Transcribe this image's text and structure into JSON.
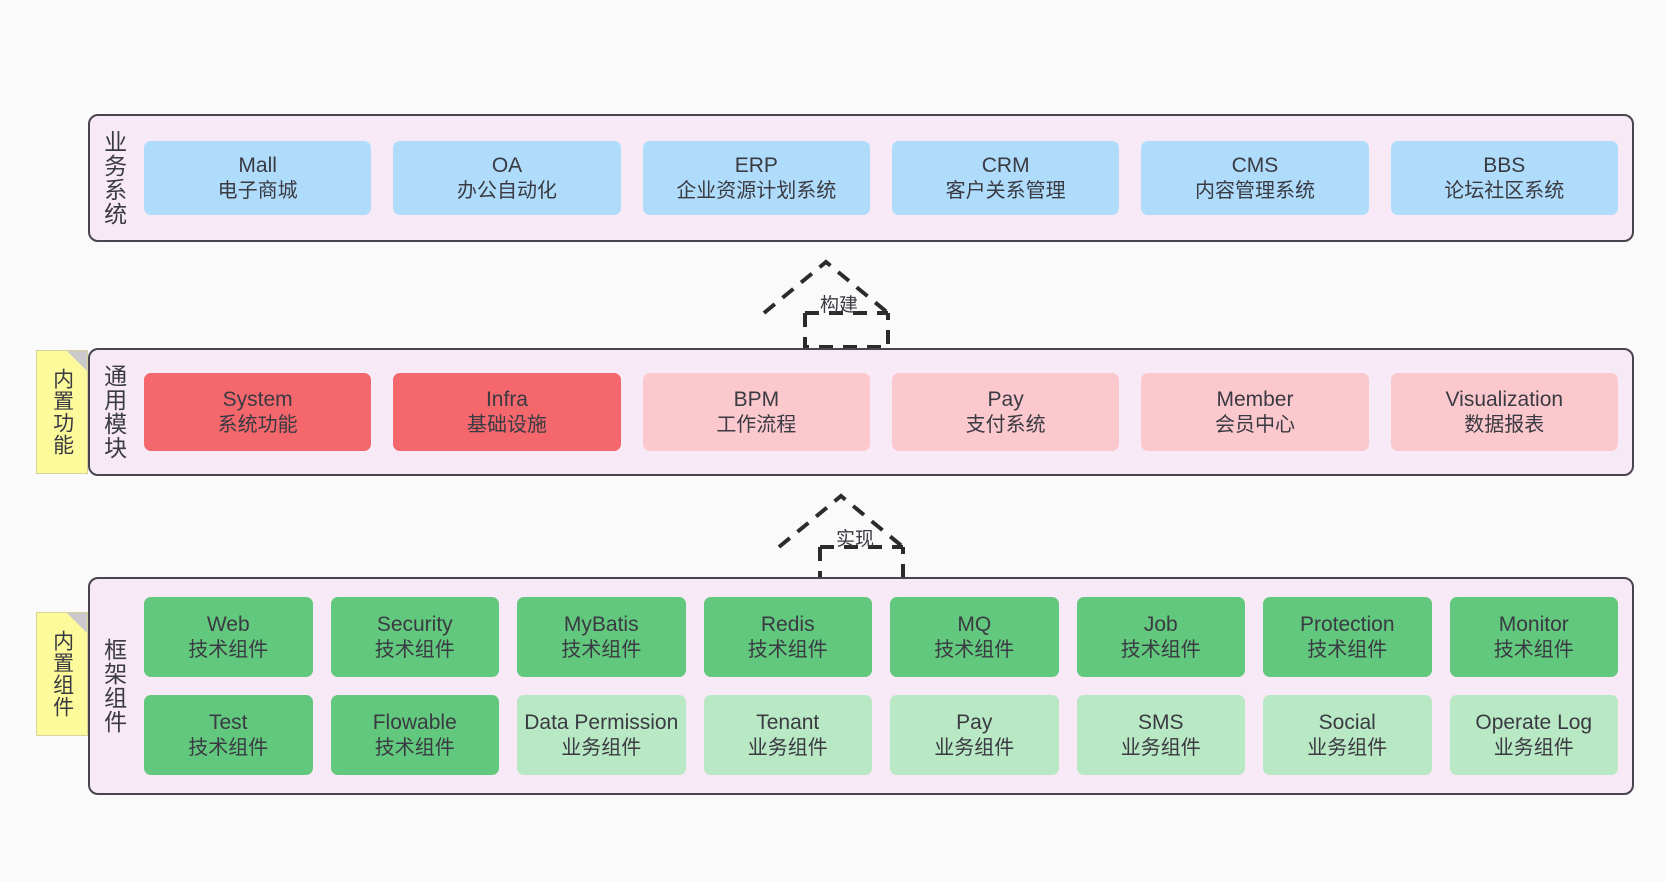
{
  "diagram": {
    "background_color": "#fafafa",
    "container_color": "#f7e9f5",
    "border_color": "#4a4450"
  },
  "layers": [
    {
      "id": "business",
      "title": "业务系统",
      "card_color": "#afdcfb",
      "rows": [
        [
          {
            "title": "Mall",
            "sub": "电子商城"
          },
          {
            "title": "OA",
            "sub": "办公自动化"
          },
          {
            "title": "ERP",
            "sub": "企业资源计划系统"
          },
          {
            "title": "CRM",
            "sub": "客户关系管理"
          },
          {
            "title": "CMS",
            "sub": "内容管理系统"
          },
          {
            "title": "BBS",
            "sub": "论坛社区系统"
          }
        ]
      ]
    },
    {
      "id": "common",
      "title": "通用模块",
      "note": "内置功能",
      "card_color_primary": "#f4676d",
      "card_color_secondary": "#fbc8ce",
      "rows": [
        [
          {
            "title": "System",
            "sub": "系统功能"
          },
          {
            "title": "Infra",
            "sub": "基础设施"
          },
          {
            "title": "BPM",
            "sub": "工作流程"
          },
          {
            "title": "Pay",
            "sub": "支付系统"
          },
          {
            "title": "Member",
            "sub": "会员中心"
          },
          {
            "title": "Visualization",
            "sub": "数据报表"
          }
        ]
      ]
    },
    {
      "id": "framework",
      "title": "框架组件",
      "note": "内置组件",
      "card_color_primary": "#62c87e",
      "card_color_secondary": "#b9e8c4",
      "rows": [
        [
          {
            "title": "Web",
            "sub": "技术组件"
          },
          {
            "title": "Security",
            "sub": "技术组件"
          },
          {
            "title": "MyBatis",
            "sub": "技术组件"
          },
          {
            "title": "Redis",
            "sub": "技术组件"
          },
          {
            "title": "MQ",
            "sub": "技术组件"
          },
          {
            "title": "Job",
            "sub": "技术组件"
          },
          {
            "title": "Protection",
            "sub": "技术组件"
          },
          {
            "title": "Monitor",
            "sub": "技术组件"
          }
        ],
        [
          {
            "title": "Test",
            "sub": "技术组件"
          },
          {
            "title": "Flowable",
            "sub": "技术组件"
          },
          {
            "title": "Data Permission",
            "sub": "业务组件"
          },
          {
            "title": "Tenant",
            "sub": "业务组件"
          },
          {
            "title": "Pay",
            "sub": "业务组件"
          },
          {
            "title": "SMS",
            "sub": "业务组件"
          },
          {
            "title": "Social",
            "sub": "业务组件"
          },
          {
            "title": "Operate Log",
            "sub": "业务组件"
          }
        ]
      ]
    }
  ],
  "connectors": [
    {
      "id": "build",
      "label": "构建",
      "from": "common",
      "to": "business"
    },
    {
      "id": "implement",
      "label": "实现",
      "from": "framework",
      "to": "common"
    }
  ]
}
